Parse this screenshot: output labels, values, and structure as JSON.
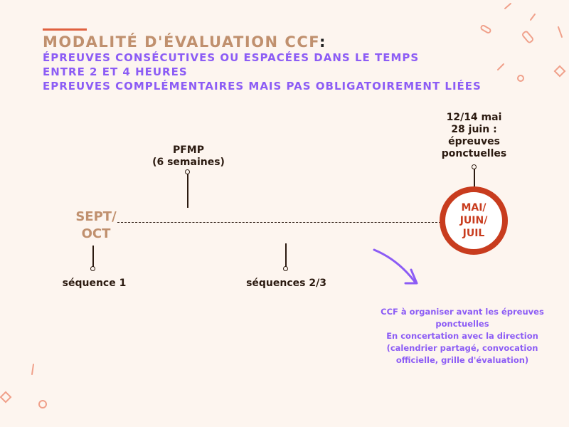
{
  "header": {
    "title": "MODALITÉ D'ÉVALUATION CCF",
    "title_colon": ":",
    "lines": [
      "ÉPREUVES CONSÉCUTIVES OU ESPACÉES DANS LE TEMPS",
      "ENTRE 2 ET 4 HEURES",
      "EPREUVES COMPLÉMENTAIRES MAIS PAS OBLIGATOIREMENT LIÉES"
    ]
  },
  "timeline": {
    "start": [
      "SEPT/",
      "OCT"
    ],
    "end": [
      "MAI/",
      "JUIN/",
      "JUIL"
    ],
    "pfmp": [
      "PFMP",
      "(6 semaines)"
    ],
    "sequence1": "séquence 1",
    "sequences23": "séquences 2/3",
    "epreuves": [
      "12/14 mai",
      "28 juin :",
      "épreuves",
      "ponctuelles"
    ]
  },
  "note": [
    "CCF à organiser avant les épreuves",
    "ponctuelles",
    "En concertation avec la direction",
    "(calendrier partagé, convocation",
    "officielle, grille d'évaluation)"
  ],
  "colors": {
    "title": "#c0906e",
    "purple": "#8c5cf5",
    "red": "#c83c1e",
    "accent": "#e0613f"
  }
}
